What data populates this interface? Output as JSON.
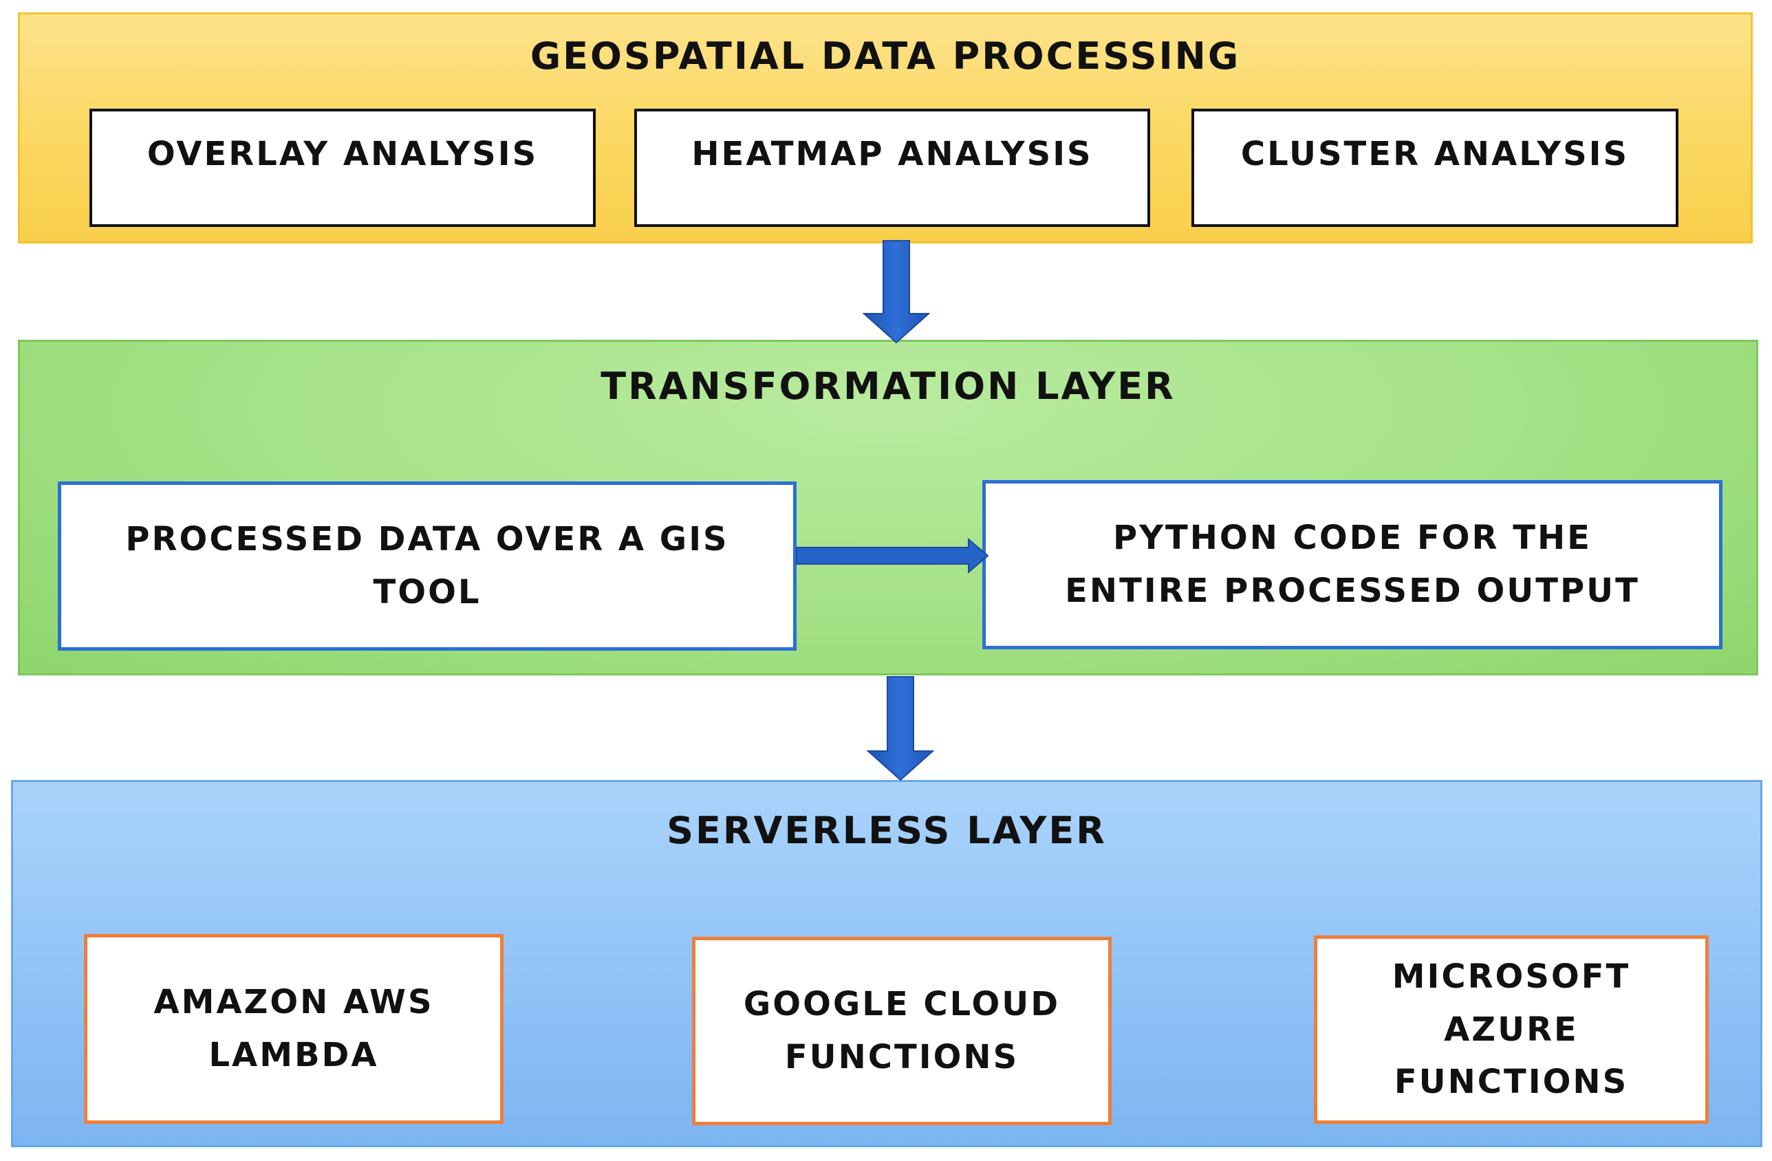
{
  "layers": {
    "geospatial": {
      "title": "GEOSPATIAL DATA PROCESSING",
      "boxes": [
        "OVERLAY ANALYSIS",
        "HEATMAP ANALYSIS",
        "CLUSTER ANALYSIS"
      ]
    },
    "transformation": {
      "title": "TRANSFORMATION LAYER",
      "boxes": [
        "PROCESSED DATA OVER A GIS\nTOOL",
        "PYTHON CODE FOR THE\nENTIRE PROCESSED OUTPUT"
      ]
    },
    "serverless": {
      "title": "SERVERLESS LAYER",
      "boxes": [
        "AMAZON AWS\nLAMBDA",
        "GOOGLE CLOUD\nFUNCTIONS",
        "MICROSOFT\nAZURE\nFUNCTIONS"
      ]
    }
  },
  "colors": {
    "geospatial_fill": "#fbd862",
    "transformation_fill": "#a4e186",
    "serverless_fill": "#92c4f7",
    "arrow": "#2563c9",
    "transformation_box_border": "#2a6fd6",
    "serverless_box_border": "#ee7f3a"
  }
}
